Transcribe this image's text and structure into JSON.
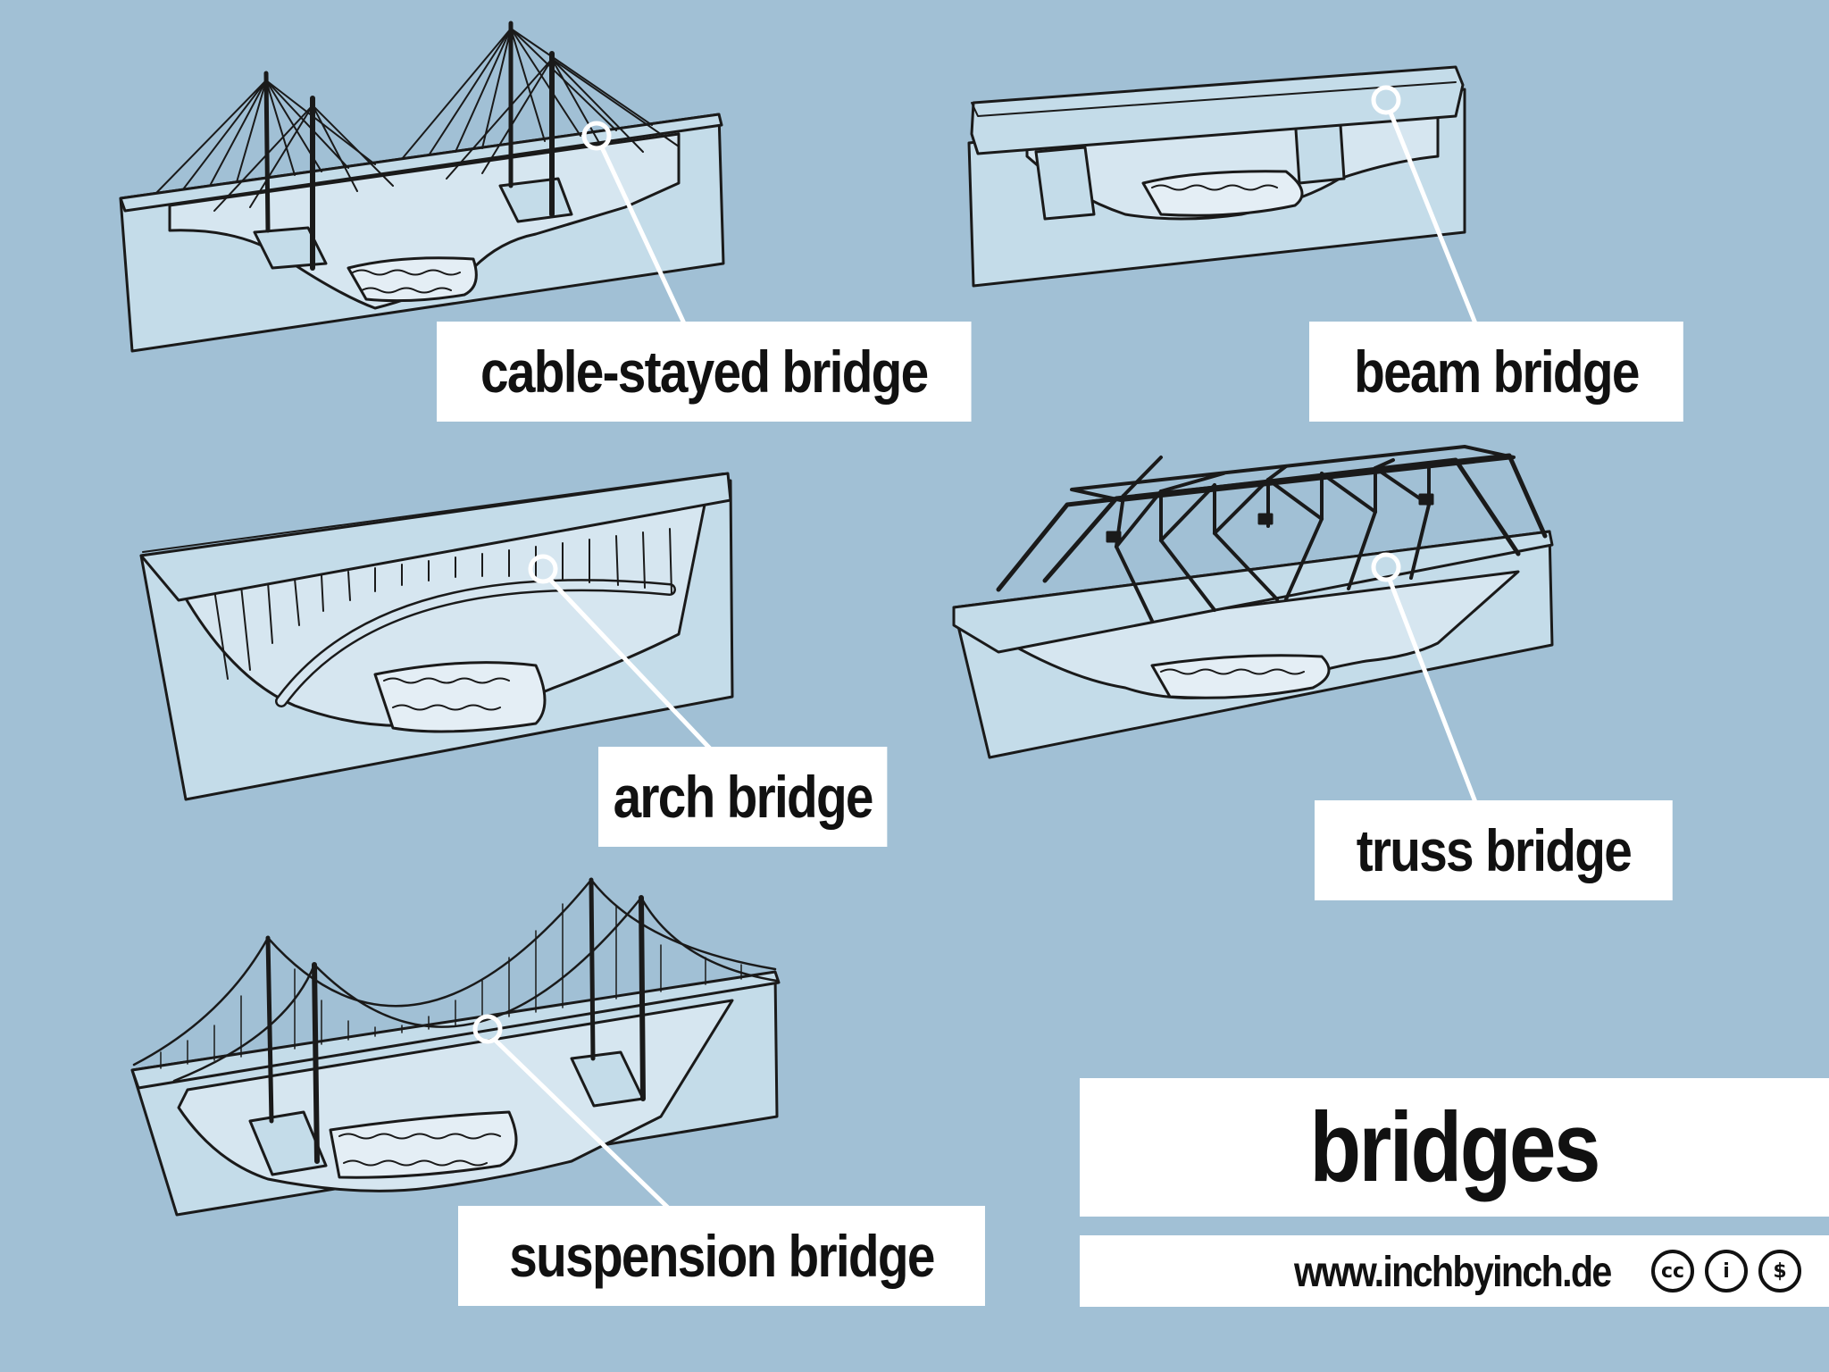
{
  "title": "bridges",
  "website": "www.inchbyinch.de",
  "license_icons": [
    {
      "name": "cc-icon",
      "glyph": "cc"
    },
    {
      "name": "by-attribution-icon",
      "glyph": "i"
    },
    {
      "name": "noncommercial-icon",
      "glyph": "$"
    }
  ],
  "labels": {
    "cable_stayed": "cable-stayed bridge",
    "beam": "beam bridge",
    "arch": "arch bridge",
    "truss": "truss bridge",
    "suspension": "suspension bridge"
  },
  "colors": {
    "background": "#a1c0d5",
    "bridge_fill": "#c4dce9",
    "water": "#d6e6f0",
    "ink": "#1a1a1a",
    "label_bg": "#ffffff"
  }
}
